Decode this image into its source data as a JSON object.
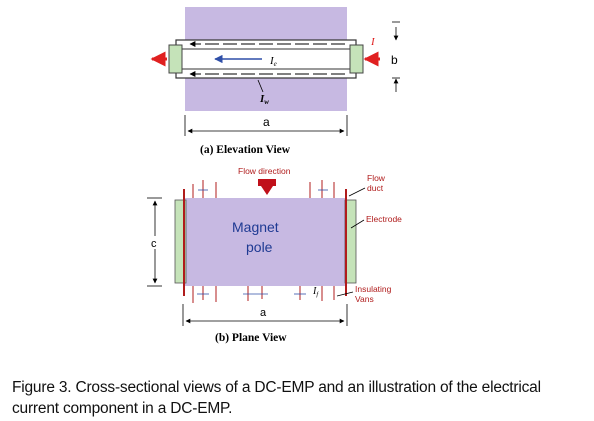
{
  "figure": {
    "elevation": {
      "label_b": "b",
      "label_a": "a",
      "label_I": "I",
      "label_Ie": "I",
      "label_Ie_sub": "e",
      "label_Iw": "I",
      "label_Iw_sub": "w",
      "caption": "(a) Elevation View"
    },
    "plane": {
      "flow_direction": "Flow direction",
      "flow_duct_1": "Flow",
      "flow_duct_2": "duct",
      "electrode": "Electrode",
      "magnet_1": "Magnet",
      "magnet_2": "pole",
      "label_c": "c",
      "label_a": "a",
      "label_If": "I",
      "label_If_sub": "f",
      "insulating_1": "Insulating",
      "insulating_2": "Vans",
      "caption": "(b) Plane View"
    },
    "colors": {
      "magnet_fill": "#c7b9e2",
      "electrode_fill": "#c5e3b9",
      "electrode_red": "#b01c1c",
      "arrow_red": "#e02020",
      "current_blue": "#2f4fa8"
    }
  },
  "caption": {
    "label": "Figure 3.",
    "text": " Cross-sectional views of a DC-EMP and an illustration of the electrical current component in a DC-EMP."
  }
}
